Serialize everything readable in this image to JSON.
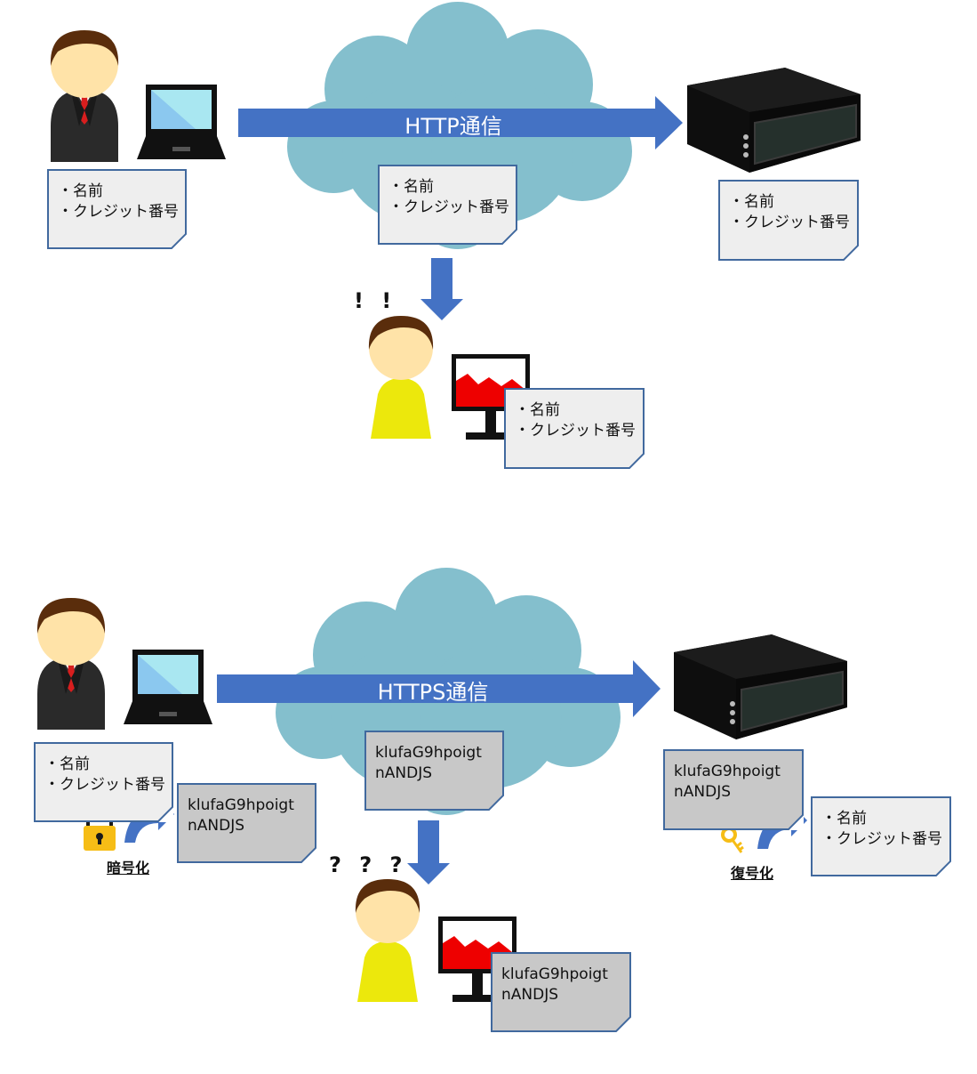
{
  "http": {
    "arrow_label": "HTTP通信",
    "client_note": [
      "・名前",
      "・クレジット番号"
    ],
    "network_note": [
      "・名前",
      "・クレジット番号"
    ],
    "server_note": [
      "・名前",
      "・クレジット番号"
    ],
    "attacker_note": [
      "・名前",
      "・クレジット番号"
    ],
    "attacker_marks": "! !"
  },
  "https": {
    "arrow_label": "HTTPS通信",
    "client_note": [
      "・名前",
      "・クレジット番号"
    ],
    "encrypted_note": [
      "klufaG9hpoigt",
      "nANDJS"
    ],
    "network_note": [
      "klufaG9hpoigt",
      "nANDJS"
    ],
    "server_encrypted_note": [
      "klufaG9hpoigt",
      "nANDJS"
    ],
    "server_decrypted_note": [
      "・名前",
      "・クレジット番号"
    ],
    "attacker_note": [
      "klufaG9hpoigt",
      "nANDJS"
    ],
    "attacker_marks": "? ? ?",
    "encrypt_label": "暗号化",
    "decrypt_label": "復号化"
  },
  "colors": {
    "arrow": "#4472c4",
    "cloud": "#84bfcd",
    "note_border": "#41699e",
    "suit": "#2a2a2a",
    "hair": "#5a2d0c",
    "skin": "#ffe3a8",
    "shirt_yellow": "#ece80c",
    "monitor_red": "#ee0000",
    "lock": "#f6bd16"
  }
}
